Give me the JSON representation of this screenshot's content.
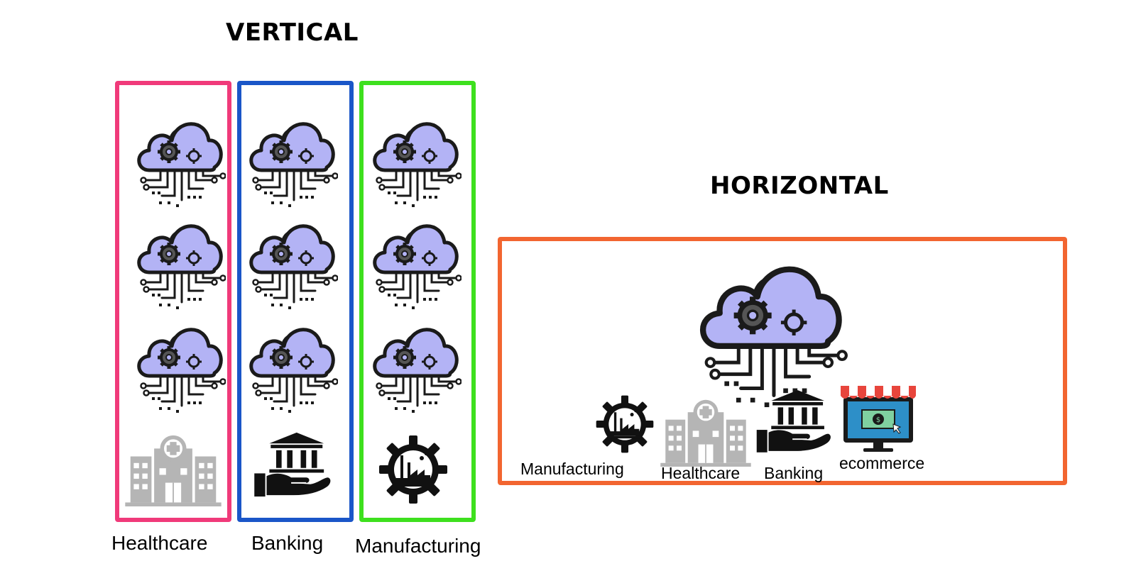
{
  "vertical": {
    "title": "VERTICAL",
    "columns": [
      {
        "label": "Healthcare",
        "color": "#f03a7a"
      },
      {
        "label": "Banking",
        "color": "#1a56c8"
      },
      {
        "label": "Manufacturing",
        "color": "#3ee01e"
      }
    ]
  },
  "horizontal": {
    "title": "HORIZONTAL",
    "color": "#f26530",
    "industries": [
      "Manufacturing",
      "Healthcare",
      "Banking",
      "ecommerce"
    ]
  },
  "colors": {
    "cloud_fill": "#b3b3f5",
    "cloud_stroke": "#1a1a1a",
    "hospital_gray": "#b5b5b5",
    "ecommerce_screen": "#2d8fc8",
    "awning_red": "#e8453c"
  },
  "icons": [
    "cloud-gear-icon",
    "hospital-icon",
    "bank-hand-icon",
    "factory-gear-icon",
    "ecommerce-store-icon"
  ]
}
